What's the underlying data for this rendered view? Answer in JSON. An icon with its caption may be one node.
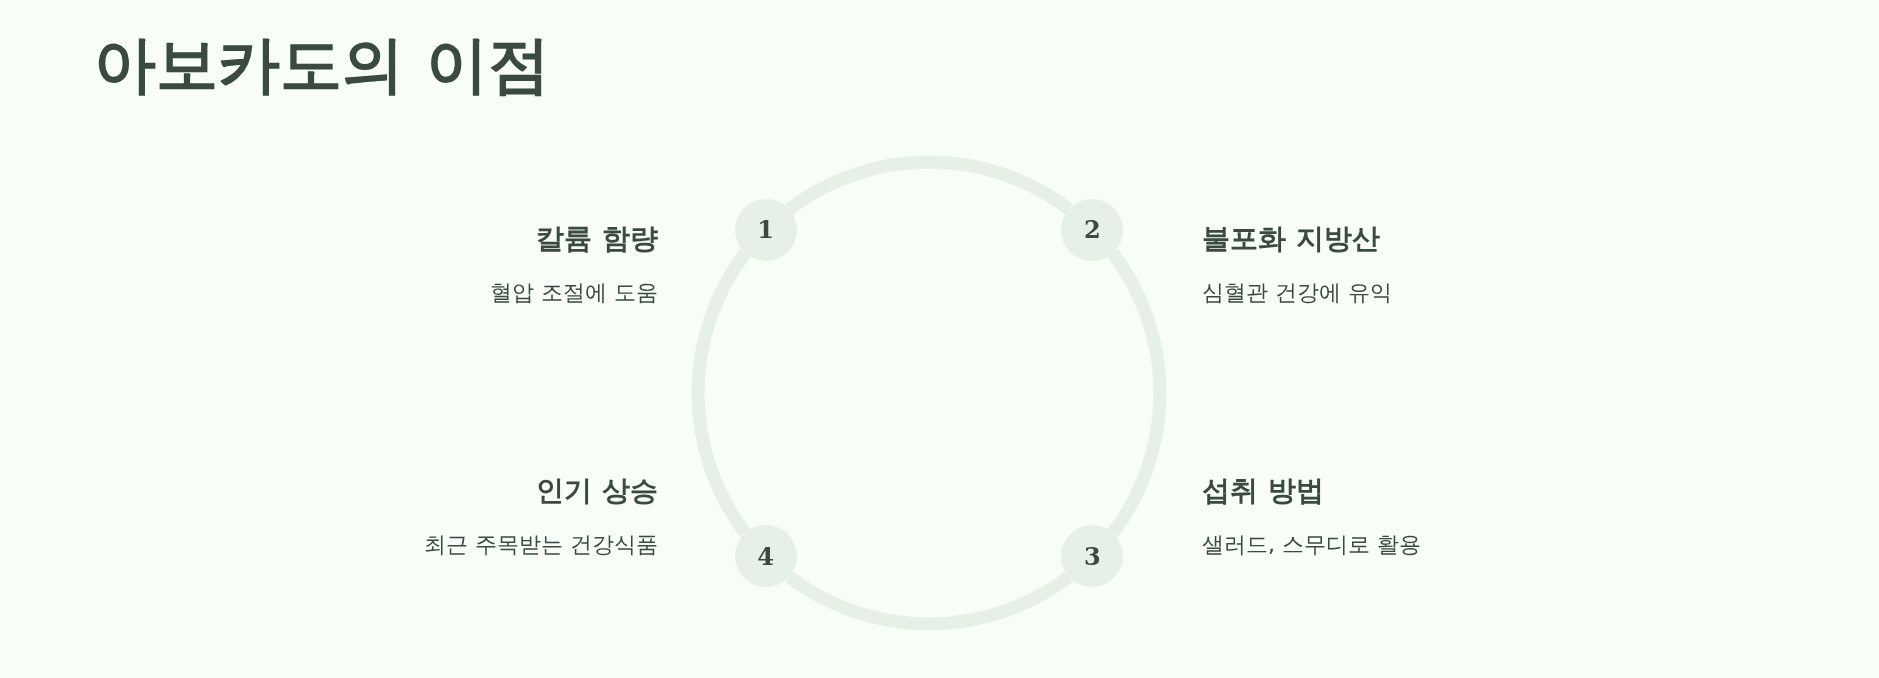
{
  "diagram": {
    "title": "아보카도의 이점",
    "nodes": [
      {
        "text": [
          "1"
        ],
        "beside": [
          "칼륨 함량",
          "혈압 조절에 도움"
        ]
      },
      {
        "text": [
          "2"
        ],
        "beside": [
          "불포화 지방산",
          "심혈관 건강에 유익"
        ]
      },
      {
        "text": [
          "3"
        ],
        "beside": [
          "섭취 방법",
          "샐러드, 스무디로 활용"
        ]
      },
      {
        "text": [
          "4"
        ],
        "beside": [
          "인기 상승",
          "최근 주목받는 건강식품"
        ]
      }
    ],
    "edges": [
      {
        "from": 0,
        "to": 1,
        "arrow": "none"
      },
      {
        "from": 1,
        "to": 2,
        "arrow": "none"
      },
      {
        "from": 2,
        "to": 3,
        "arrow": "none"
      },
      {
        "from": 3,
        "to": 0,
        "arrow": "none"
      }
    ]
  }
}
